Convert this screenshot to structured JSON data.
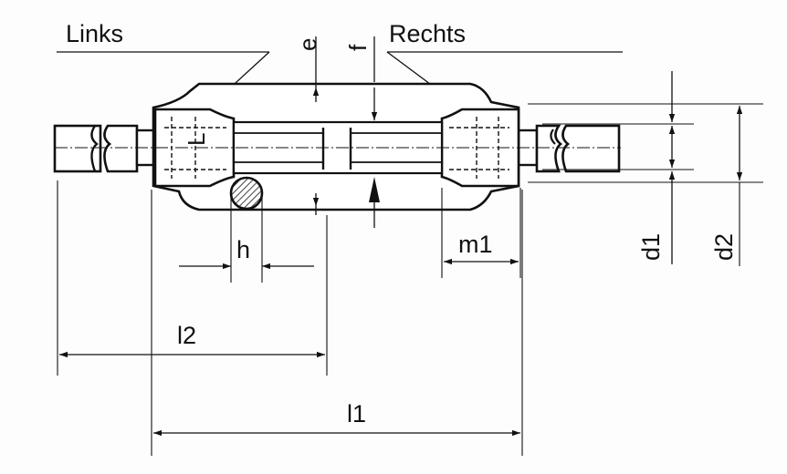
{
  "labels": {
    "left_thread": "Links",
    "right_thread": "Rechts",
    "e": "e",
    "f": "f",
    "h": "h",
    "m1": "m1",
    "l2": "l2",
    "l1": "l1",
    "d1": "d1",
    "d2": "d2",
    "thread_mark": "L"
  },
  "colors": {
    "ink": "#111111",
    "paper": "#fdfdfd"
  }
}
